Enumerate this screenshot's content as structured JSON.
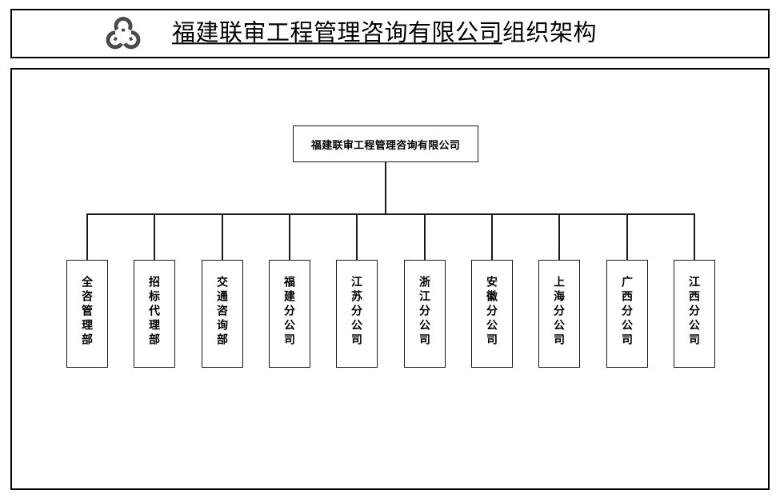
{
  "header": {
    "logo_icon": "trefoil-logo-icon",
    "logo_color": "#4a4a4a",
    "title_underlined_part": "福建联审工程管理咨询有限公司",
    "title_plain_part": "组织架构",
    "title_full": "福建联审工程管理咨询有限公司组织架构"
  },
  "chart": {
    "type": "org-chart",
    "root": {
      "label": "福建联审工程管理咨询有限公司"
    },
    "children": [
      {
        "label": "全咨管理部"
      },
      {
        "label": "招标代理部"
      },
      {
        "label": "交通咨询部"
      },
      {
        "label": "福建分公司"
      },
      {
        "label": "江苏分公司"
      },
      {
        "label": "浙江分公司"
      },
      {
        "label": "安徽分公司"
      },
      {
        "label": "上海分公司"
      },
      {
        "label": "广西分公司"
      },
      {
        "label": "江西分公司"
      }
    ],
    "line_color": "#1a1a1a",
    "box_fill": "#ffffff",
    "frame_color": "#000000"
  }
}
